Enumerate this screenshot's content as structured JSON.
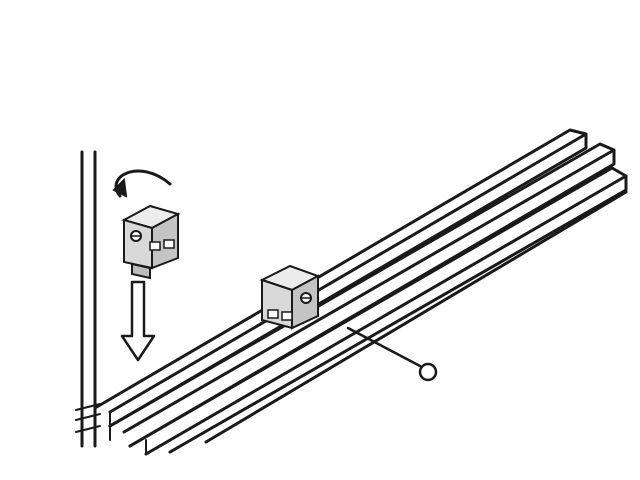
{
  "diagram": {
    "colors": {
      "ink": "#1a1a1a",
      "background": "#ffffff",
      "block_front": "#d9d9d9",
      "block_top": "#ececec",
      "block_side": "#c4c4c4",
      "arrow_fill": "#ffffff"
    },
    "elements": {
      "wall": "wall-edge",
      "rail": "din-rail",
      "clip_block_loose": "terminal-block-being-inserted",
      "rotate_arrow": "rotate-arrow-icon",
      "insert_arrow": "down-arrow-icon",
      "clip_block_mounted": "terminal-block-mounted",
      "screwdriver": "screwdriver-pin"
    }
  }
}
